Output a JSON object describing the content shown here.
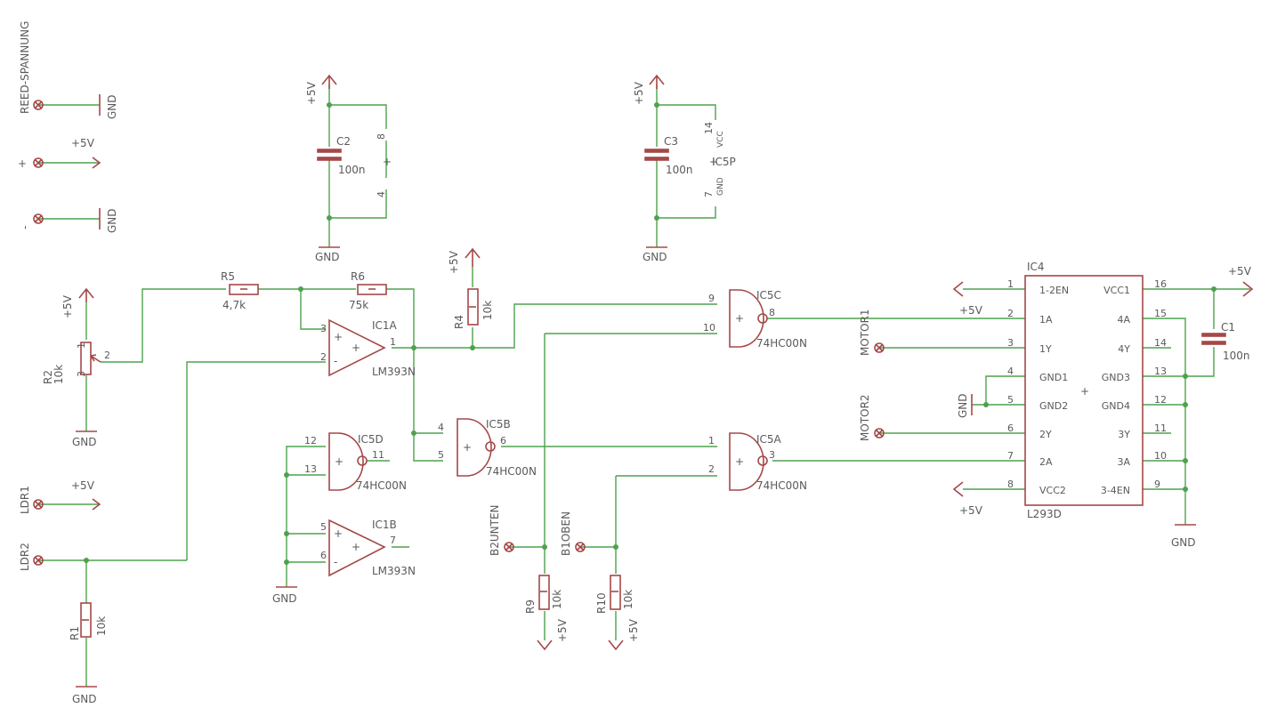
{
  "colors": {
    "wire": "#4ea24e",
    "symbol": "#a54848",
    "text": "#5a5a5a",
    "background": "#ffffff"
  },
  "power": {
    "gnd": "GND",
    "vcc": "+5V"
  },
  "connectors": {
    "reed": "REED-SPANNUNG",
    "plus": "+",
    "minus": "-",
    "ldr1": "LDR1",
    "ldr2": "LDR2",
    "b2": "B2UNTEN",
    "b1": "B1OBEN",
    "motor1": "MOTOR1",
    "motor2": "MOTOR2"
  },
  "parts": {
    "R1": {
      "name": "R1",
      "value": "10k"
    },
    "R2": {
      "name": "R2",
      "value": "10k"
    },
    "R4": {
      "name": "R4",
      "value": "10k"
    },
    "R5": {
      "name": "R5",
      "value": "4,7k"
    },
    "R6": {
      "name": "R6",
      "value": "75k"
    },
    "R9": {
      "name": "R9",
      "value": "10k"
    },
    "R10": {
      "name": "R10",
      "value": "10k"
    },
    "C1": {
      "name": "C1",
      "value": "100n"
    },
    "C2": {
      "name": "C2",
      "value": "100n"
    },
    "C3": {
      "name": "C3",
      "value": "100n"
    },
    "IC1A": {
      "name": "IC1A",
      "value": "LM393N"
    },
    "IC1B": {
      "name": "IC1B",
      "value": "LM393N"
    },
    "IC5A": {
      "name": "IC5A",
      "value": "74HC00N"
    },
    "IC5B": {
      "name": "IC5B",
      "value": "74HC00N"
    },
    "IC5C": {
      "name": "IC5C",
      "value": "74HC00N"
    },
    "IC5D": {
      "name": "IC5D",
      "value": "74HC00N"
    },
    "IC5P": {
      "name": "IC5P",
      "vcc": "VCC",
      "gnd": "GND"
    },
    "IC4": {
      "name": "IC4",
      "value": "L293D"
    }
  },
  "ic4_pins": {
    "left": [
      {
        "num": "1",
        "name": "1-2EN"
      },
      {
        "num": "2",
        "name": "1A"
      },
      {
        "num": "3",
        "name": "1Y"
      },
      {
        "num": "4",
        "name": "GND1"
      },
      {
        "num": "5",
        "name": "GND2"
      },
      {
        "num": "6",
        "name": "2Y"
      },
      {
        "num": "7",
        "name": "2A"
      },
      {
        "num": "8",
        "name": "VCC2"
      }
    ],
    "right": [
      {
        "num": "16",
        "name": "VCC1"
      },
      {
        "num": "15",
        "name": "4A"
      },
      {
        "num": "14",
        "name": "4Y"
      },
      {
        "num": "13",
        "name": "GND3"
      },
      {
        "num": "12",
        "name": "GND4"
      },
      {
        "num": "11",
        "name": "3Y"
      },
      {
        "num": "10",
        "name": "3A"
      },
      {
        "num": "9",
        "name": "3-4EN"
      }
    ]
  },
  "pin_numbers": {
    "p1": "1",
    "p2": "2",
    "p3": "3",
    "p4": "4",
    "p5": "5",
    "p6": "6",
    "p7": "7",
    "p8": "8",
    "p9": "9",
    "p10": "10",
    "p11": "11",
    "p12": "12",
    "p13": "13",
    "p14": "14"
  }
}
